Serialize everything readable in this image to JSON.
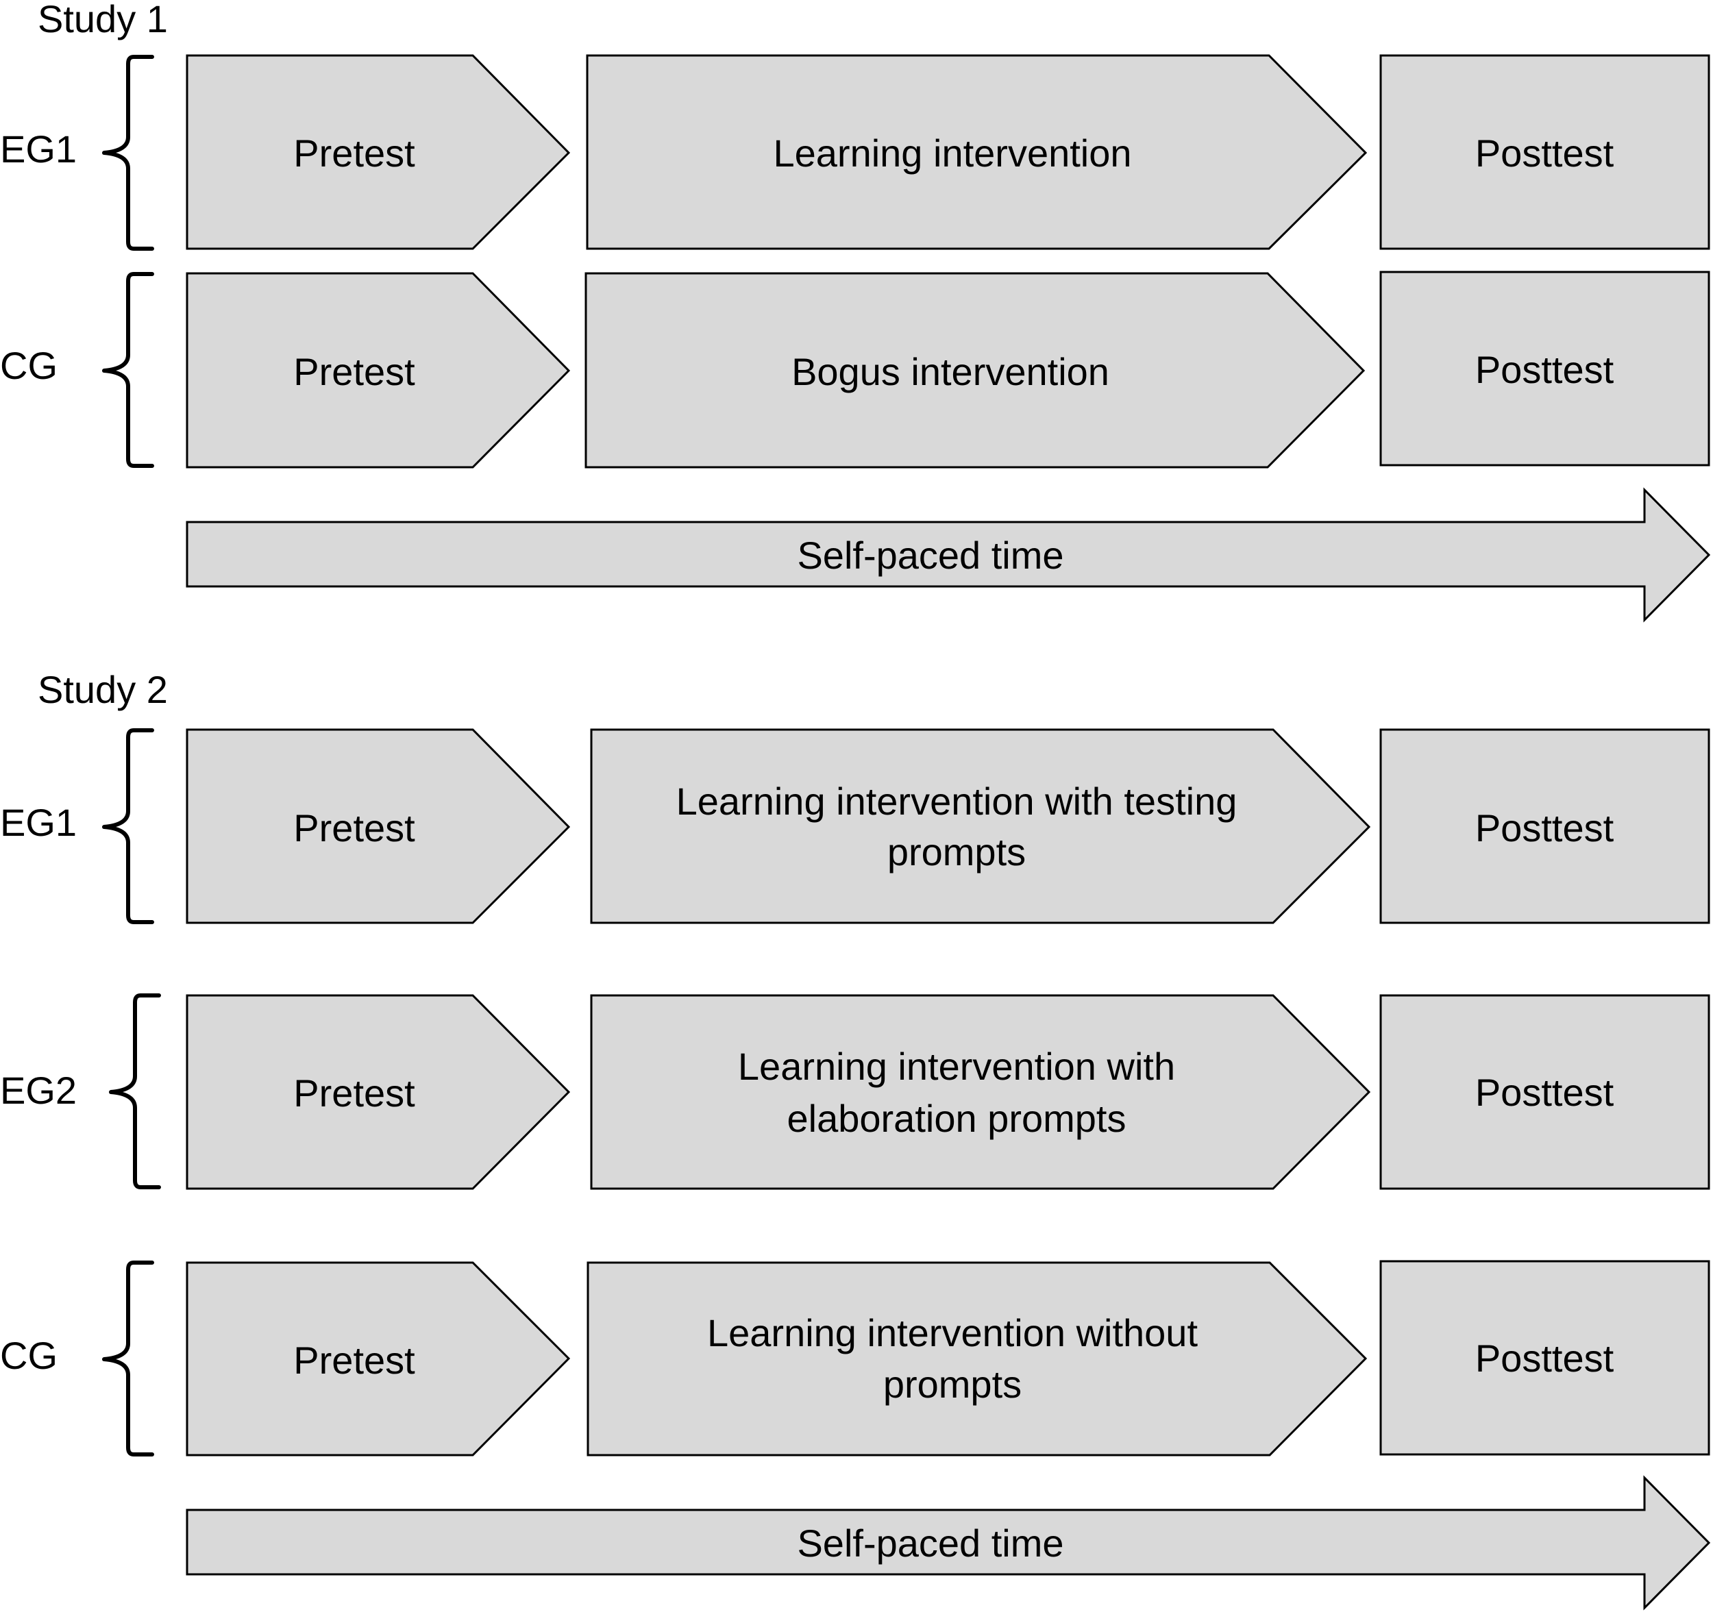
{
  "study1": {
    "title": "Study 1",
    "groups": [
      {
        "label": "EG1",
        "pretest": "Pretest",
        "intervention": [
          "Learning intervention"
        ],
        "posttest": "Posttest"
      },
      {
        "label": "CG",
        "pretest": "Pretest",
        "intervention": [
          "Bogus intervention"
        ],
        "posttest": "Posttest"
      }
    ],
    "time_arrow": "Self-paced time"
  },
  "study2": {
    "title": "Study 2",
    "groups": [
      {
        "label": "EG1",
        "pretest": "Pretest",
        "intervention": [
          "Learning intervention with testing",
          "prompts"
        ],
        "posttest": "Posttest"
      },
      {
        "label": "EG2",
        "pretest": "Pretest",
        "intervention": [
          "Learning intervention with",
          "elaboration prompts"
        ],
        "posttest": "Posttest"
      },
      {
        "label": "CG",
        "pretest": "Pretest",
        "intervention": [
          "Learning intervention without",
          "prompts"
        ],
        "posttest": "Posttest"
      }
    ],
    "time_arrow": "Self-paced time"
  },
  "colors": {
    "box_fill": "#d9d9d9",
    "stroke": "#000000",
    "text": "#000000"
  }
}
